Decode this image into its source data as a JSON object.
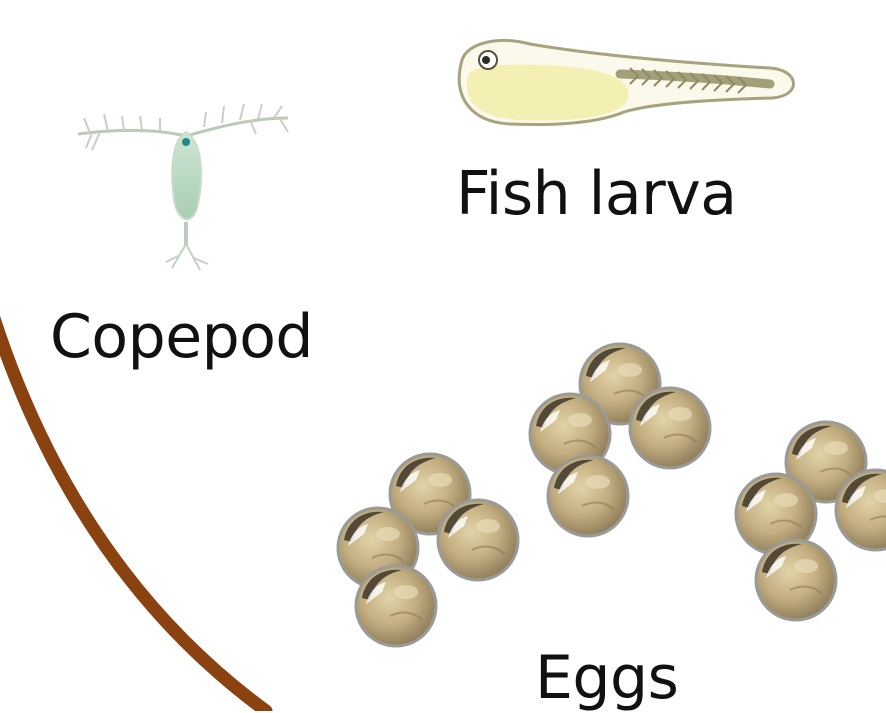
{
  "labels": {
    "fish_larva": "Fish larva",
    "copepod": "Copepod",
    "eggs": "Eggs"
  },
  "icons": [
    "copepod-illustration",
    "fish-larva-illustration",
    "egg-cluster-illustration"
  ],
  "colors": {
    "background": "#ffffff",
    "boundary_arc": "#8a4210",
    "copepod_body": "#b9d8c0",
    "copepod_eye": "#1f8a8a",
    "larva_yolk": "#f5f0b4",
    "larva_outline": "#9a9468",
    "egg_fill": "#c9b68a",
    "egg_shadow": "#4a4135",
    "label_text": "#111111"
  }
}
